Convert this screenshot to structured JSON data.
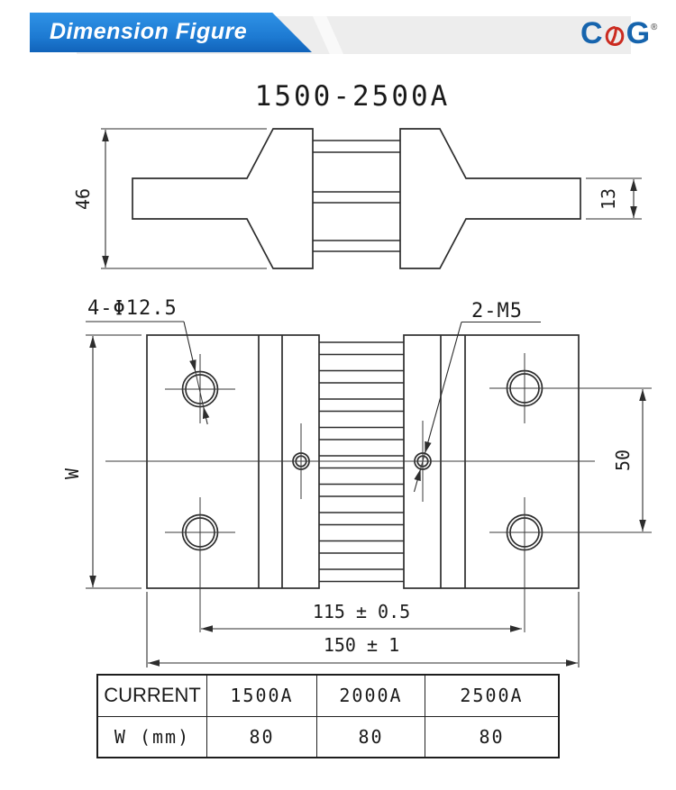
{
  "header": {
    "banner_title": "Dimension Figure",
    "logo": {
      "c": "C",
      "g": "G",
      "registered": "®"
    }
  },
  "drawing": {
    "title": "1500-2500A",
    "side_view": {
      "height_dim": "46",
      "terminal_thickness_dim": "13"
    },
    "plan_view": {
      "mount_holes_label": "4-Φ12.5",
      "thread_holes_label": "2-M5",
      "width_dim": "W",
      "hole_vertical_spacing_dim": "50",
      "hole_horizontal_spacing_dim": "115 ± 0.5",
      "overall_length_dim": "150 ± 1"
    }
  },
  "table": {
    "rows": [
      [
        "CURRENT",
        "1500A",
        "2000A",
        "2500A"
      ],
      [
        "W (mm)",
        "80",
        "80",
        "80"
      ]
    ]
  },
  "colors": {
    "banner_blue": "#1d7ad2",
    "band_gray": "#ededed",
    "logo_blue": "#1664ad",
    "logo_red": "#cb2b20",
    "line": "#2d2d2d"
  }
}
